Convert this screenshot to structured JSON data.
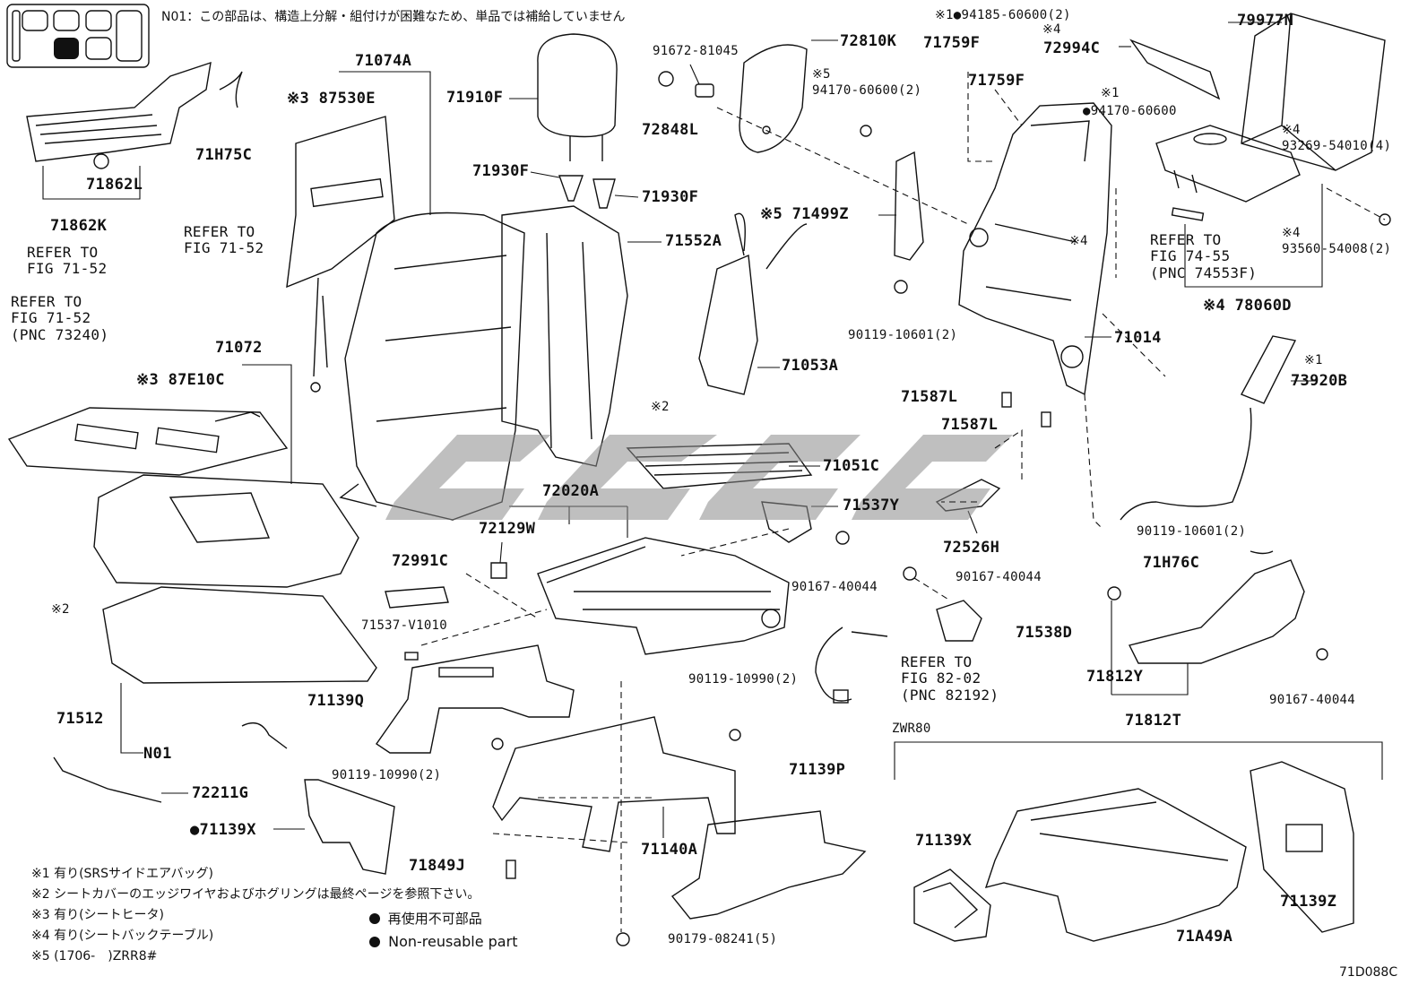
{
  "header_note": "N01：この部品は、構造上分解・組付けが困難なため、単品では補給していません",
  "figure_code": "71D088C",
  "group_label": "ZWR80",
  "labels": {
    "p79977N": "79977N",
    "p72810K": "72810K",
    "p71074A": "71074A",
    "p87530E": "※3 87530E",
    "p71910F": "71910F",
    "p91672": "91672-81045",
    "p72848L": "72848L",
    "p71759F_a": "71759F",
    "p71759F_b": "71759F",
    "p94185": "※1●94185-60600(2)",
    "p72994C_mark": "※4",
    "p72994C": "72994C",
    "p94170a_mark": "※5",
    "p94170a": "94170-60600(2)",
    "p94170b_mark": "※1",
    "p94170b": "●94170-60600",
    "p93269_mark": "※4",
    "p93269": "93269-54010(4)",
    "p93560_mark": "※4",
    "p93560": "93560-54008(2)",
    "p78060D": "※4 78060D",
    "p71H75C": "71H75C",
    "p71862L": "71862L",
    "p71862K": "71862K",
    "p71930F_a": "71930F",
    "p71930F_b": "71930F",
    "p71499Z": "※5 71499Z",
    "p71552A": "71552A",
    "p90119a": "90119-10601(2)",
    "p71014": "71014",
    "p71053A": "71053A",
    "p71587L_a": "71587L",
    "p71587L_b": "71587L",
    "p73920B_mark": "※1",
    "p73920B": "73920B",
    "p71072": "71072",
    "p87E10C": "※3 87E10C",
    "p72020A": "72020A",
    "p72129W": "72129W",
    "p71051C": "71051C",
    "p71537Y": "71537Y",
    "p72526H": "72526H",
    "p90119b": "90119-10601(2)",
    "p72991C": "72991C",
    "p90167a": "90167-40044",
    "p90167b": "90167-40044",
    "p71H76C": "71H76C",
    "p71537V": "71537-V1010",
    "p71538D": "71538D",
    "p71812Y": "71812Y",
    "p90167c": "90167-40044",
    "p71812T": "71812T",
    "p71512": "71512",
    "p71139Q": "71139Q",
    "p90119c": "90119-10990(2)",
    "p90119d": "90119-10990(2)",
    "pN01": "N01",
    "p72211G": "72211G",
    "p71139X_a": "●71139X",
    "p71849J": "71849J",
    "p71140A": "71140A",
    "p71139P": "71139P",
    "p71139X_b": "71139X",
    "p71A49A": "71A49A",
    "p71139Z": "71139Z",
    "p90179": "90179-08241(5)",
    "mark2_a": "※2",
    "mark2_b": "※2",
    "mark4_side": "※4"
  },
  "refs": {
    "r1": [
      "REFER TO",
      "FIG 71-52"
    ],
    "r2": [
      "REFER TO",
      "FIG 71-52"
    ],
    "r3": [
      "REFER TO",
      "FIG 71-52",
      "(PNC 73240)"
    ],
    "r4": [
      "REFER TO",
      "FIG 74-55",
      "(PNC 74553F)"
    ],
    "r5": [
      "REFER TO",
      "FIG 82-02",
      "(PNC 82192)"
    ]
  },
  "footnotes": [
    "※1 有り(SRSサイドエアバッグ)",
    "※2 シートカバーのエッジワイヤおよびホグリングは最終ページを参照下さい。",
    "※3 有り(シートヒータ)",
    "※4 有り(シートバックテーブル)",
    "※5 (1706-　)ZRR8#"
  ],
  "legend": {
    "jp": "再使用不可部品",
    "en": "Non-reusable part"
  }
}
